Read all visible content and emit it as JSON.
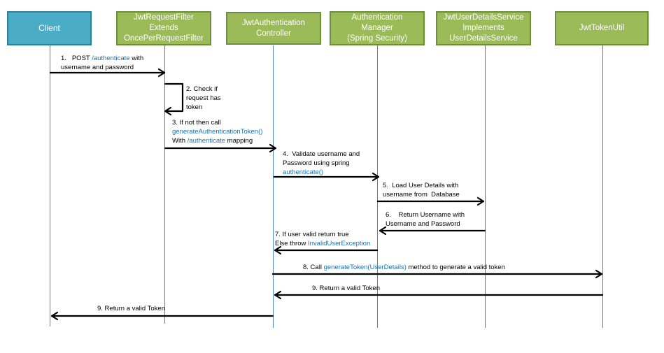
{
  "participants": [
    {
      "id": "client",
      "label": "Client"
    },
    {
      "id": "filter",
      "label": "JwtRequestFilter\nExtends\nOncePerRequestFilter"
    },
    {
      "id": "controller",
      "label": "JwtAuthentication\nController"
    },
    {
      "id": "manager",
      "label": "Authentication\nManager\n(Spring Security)"
    },
    {
      "id": "uds",
      "label": "JwtUserDetailsService\nImplements\nUserDetailsService"
    },
    {
      "id": "tokenutil",
      "label": "JwtTokenUtil"
    }
  ],
  "messages": [
    {
      "pre1": "1.   POST ",
      "code1": "/authenticate",
      "post1": " with",
      "line2": "username and password"
    },
    {
      "line1": "2. Check if",
      "line2": "request has",
      "line3": "token"
    },
    {
      "line1": "3. If not then call",
      "code2": "generateAuthenticationToken()",
      "pre3": "With ",
      "code3": "/authenticate",
      "post3": " mapping"
    },
    {
      "line1": "4.  Validate username and",
      "line2": "Password using spring",
      "code3": "authenticate()"
    },
    {
      "line1": "5.  Load User Details with",
      "line2": "username from  Database"
    },
    {
      "line1": "6.    Return Username with",
      "line2": "Username and Password"
    },
    {
      "line1": "7. If user valid return true",
      "pre2": "Else throw ",
      "code2": "InvalidUserException"
    },
    {
      "pre": "8. Call ",
      "code": "generateToken(UserDetails)",
      "post": " method to generate a valid token"
    },
    {
      "text": "9. Return a valid Token"
    },
    {
      "text": "9. Return a valid Token"
    }
  ],
  "colors": {
    "actor_fill": "#9bbb59",
    "client_fill": "#4bacc6",
    "lifeline": "#4f81bd",
    "arrow": "#000000",
    "method_text": "#1f6fb2"
  }
}
